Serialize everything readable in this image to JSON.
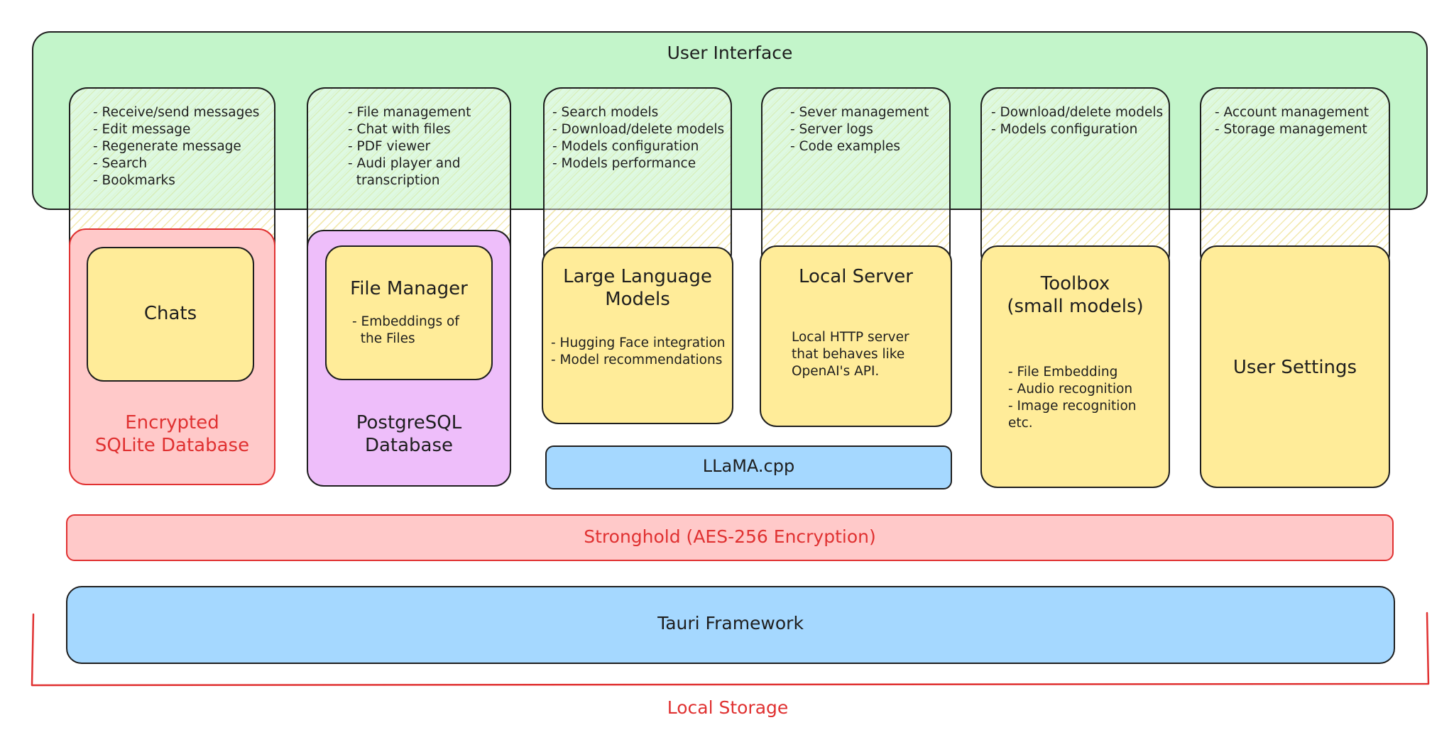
{
  "user_interface": {
    "title": "User Interface",
    "columns": [
      [
        "- Receive/send messages",
        "- Edit message",
        "- Regenerate message",
        "- Search",
        "- Bookmarks"
      ],
      [
        "- File management",
        "- Chat with files",
        "- PDF viewer",
        "- Audi player and",
        "  transcription"
      ],
      [
        "- Search models",
        "- Download/delete models",
        "- Models configuration",
        "- Models performance"
      ],
      [
        "- Sever management",
        "- Server logs",
        "- Code examples"
      ],
      [
        "- Download/delete models",
        "- Models configuration"
      ],
      [
        "- Account management",
        "- Storage management"
      ]
    ]
  },
  "components": {
    "chats": {
      "title": "Chats"
    },
    "sqlite": {
      "label_line1": "Encrypted",
      "label_line2": "SQLite Database"
    },
    "file_manager": {
      "title": "File Manager",
      "items": [
        "- Embeddings of",
        "  the Files"
      ]
    },
    "postgres": {
      "label_line1": "PostgreSQL",
      "label_line2": "Database"
    },
    "llm": {
      "title_line1": "Large Language",
      "title_line2": "Models",
      "items": [
        "- Hugging Face integration",
        "- Model recommendations"
      ]
    },
    "local_server": {
      "title": "Local Server",
      "text": [
        "Local HTTP server",
        "that behaves like",
        "OpenAI's API."
      ]
    },
    "toolbox": {
      "title_line1": "Toolbox",
      "title_line2": "(small models)",
      "items": [
        "- File Embedding",
        "- Audio recognition",
        "- Image recognition",
        "etc."
      ]
    },
    "user_settings": {
      "title": "User Settings"
    },
    "llama": {
      "label": "LLaMA.cpp"
    }
  },
  "layers": {
    "stronghold": "Stronghold (AES-256 Encryption)",
    "tauri": "Tauri Framework",
    "local_storage": "Local Storage"
  },
  "colors": {
    "ui_green": "#b2f2bb",
    "yellow": "#ffec99",
    "red_fill": "#ffc9c9",
    "red_stroke": "#e03131",
    "purple": "#eebefa",
    "blue": "#a5d8ff",
    "stroke": "#1e1e1e"
  }
}
